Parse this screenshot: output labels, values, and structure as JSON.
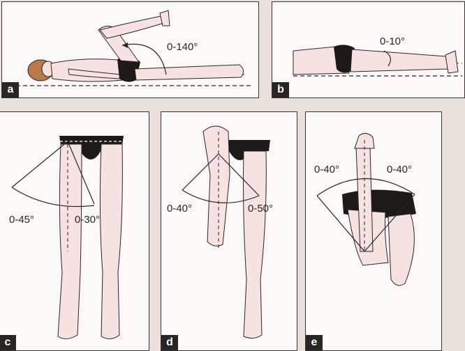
{
  "panels": {
    "a": {
      "letter": "a",
      "angle": "0-140°"
    },
    "b": {
      "letter": "b",
      "angle": "0-10°"
    },
    "c": {
      "letter": "c",
      "angle_left": "0-45°",
      "angle_right": "0-30°"
    },
    "d": {
      "letter": "d",
      "angle_left": "0-40°",
      "angle_right": "0-50°"
    },
    "e": {
      "letter": "e",
      "angle_left": "0-40°",
      "angle_right": "0-40°"
    }
  },
  "colors": {
    "skin": "#f6e3e1",
    "outline": "#2a2624",
    "brief": "#1e1a19",
    "hair": "#b87a4a"
  }
}
